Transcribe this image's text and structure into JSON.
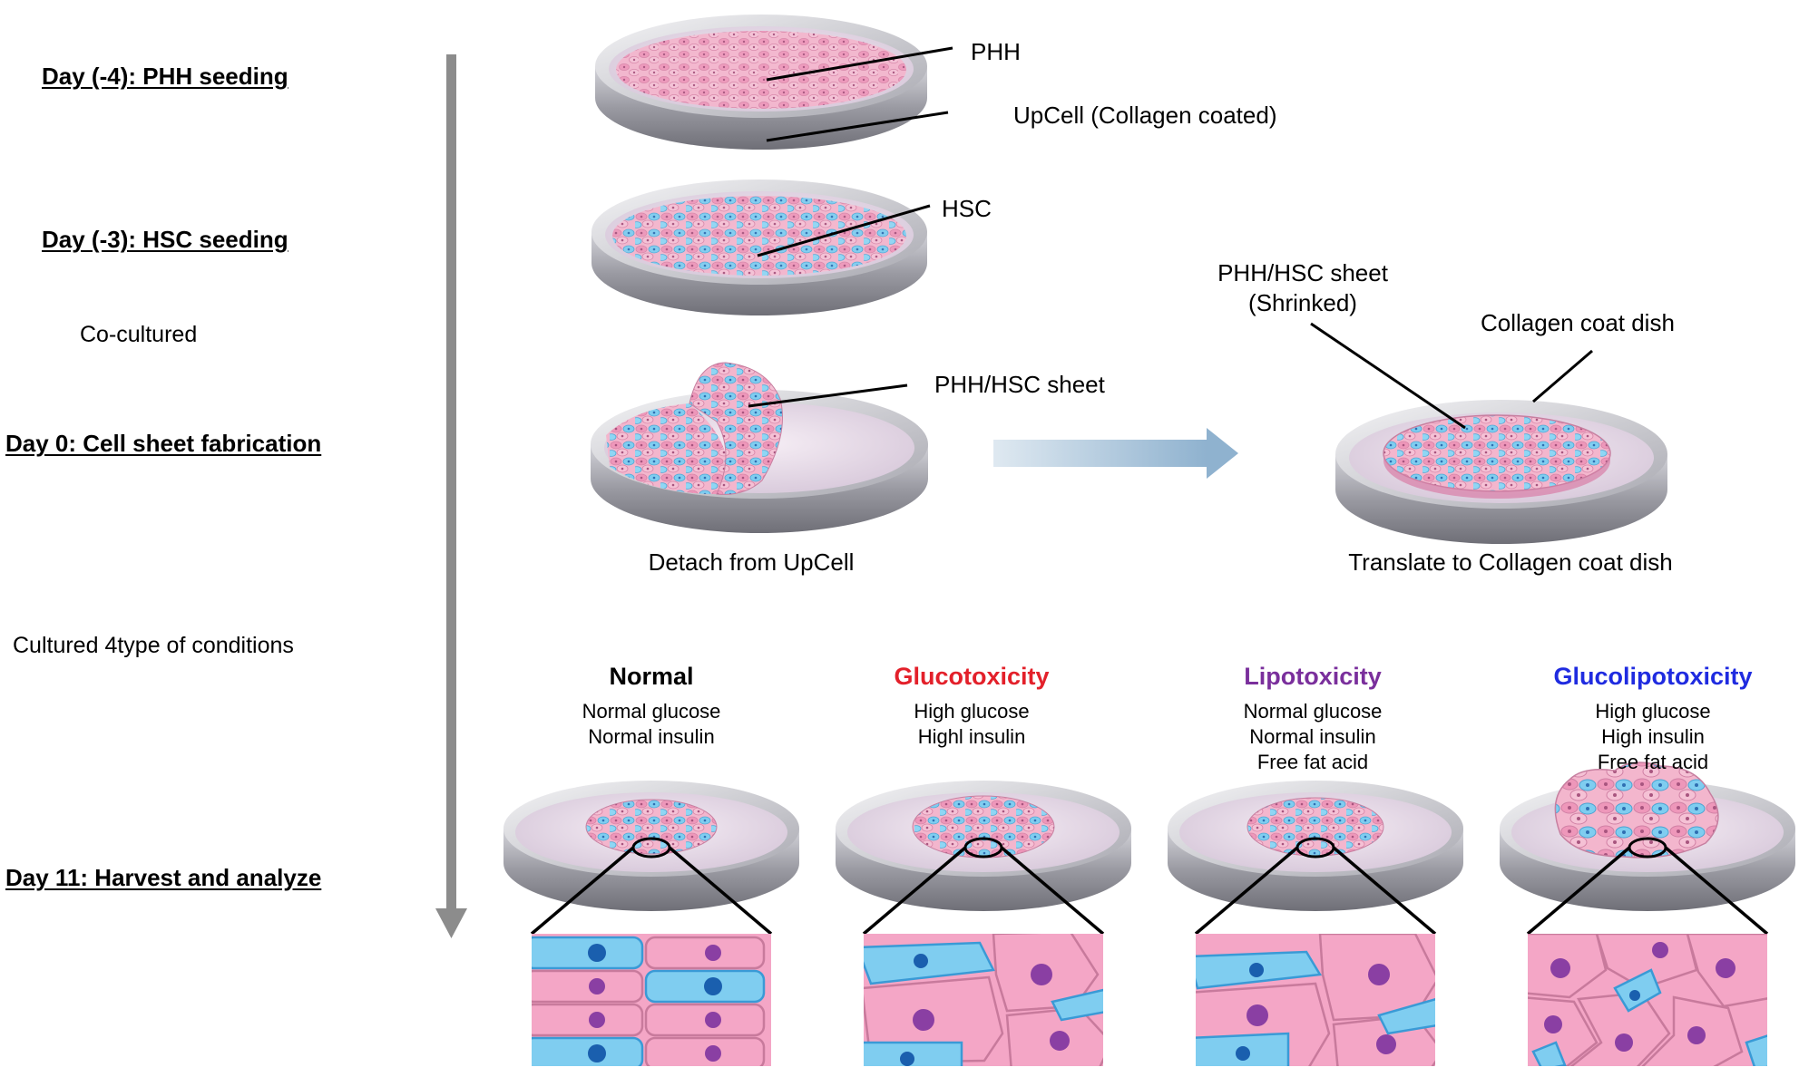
{
  "timeline": {
    "day_minus4": "Day (-4): PHH seeding",
    "day_minus3": "Day (-3): HSC seeding",
    "cocultured": "Co-cultured",
    "day0": "Day 0: Cell sheet fabrication",
    "cultured": "Cultured 4type of conditions",
    "day11": "Day 11: Harvest and analyze"
  },
  "labels": {
    "phh": "PHH",
    "upcell": "UpCell (Collagen coated)",
    "hsc": "HSC",
    "sheet": "PHH/HSC sheet",
    "sheet_shrinked_1": "PHH/HSC sheet",
    "sheet_shrinked_2": "(Shrinked)",
    "collagen_dish": "Collagen coat dish",
    "detach": "Detach from UpCell",
    "translate": "Translate to Collagen coat dish"
  },
  "conditions": [
    {
      "name": "Normal",
      "color": "#000000",
      "lines": [
        "Normal glucose",
        "Normal insulin"
      ]
    },
    {
      "name": "Glucotoxicity",
      "color": "#e3202a",
      "lines": [
        "High glucose",
        "Highl insulin"
      ]
    },
    {
      "name": "Lipotoxicity",
      "color": "#7a2f9c",
      "lines": [
        "Normal glucose",
        "Normal insulin",
        "Free fat acid"
      ]
    },
    {
      "name": "Glucolipotoxicity",
      "color": "#1f2be0",
      "lines": [
        "High glucose",
        "High insulin",
        "Free fat acid"
      ]
    }
  ],
  "colors": {
    "hepatocyte": "#f2a9c6",
    "stellate": "#7fcdf0",
    "nucleus_purple": "#8a3fa3",
    "nucleus_blue": "#1a5fae",
    "timeline_arrow": "#8c8c8c",
    "process_arrow": "#a9c6dc"
  }
}
